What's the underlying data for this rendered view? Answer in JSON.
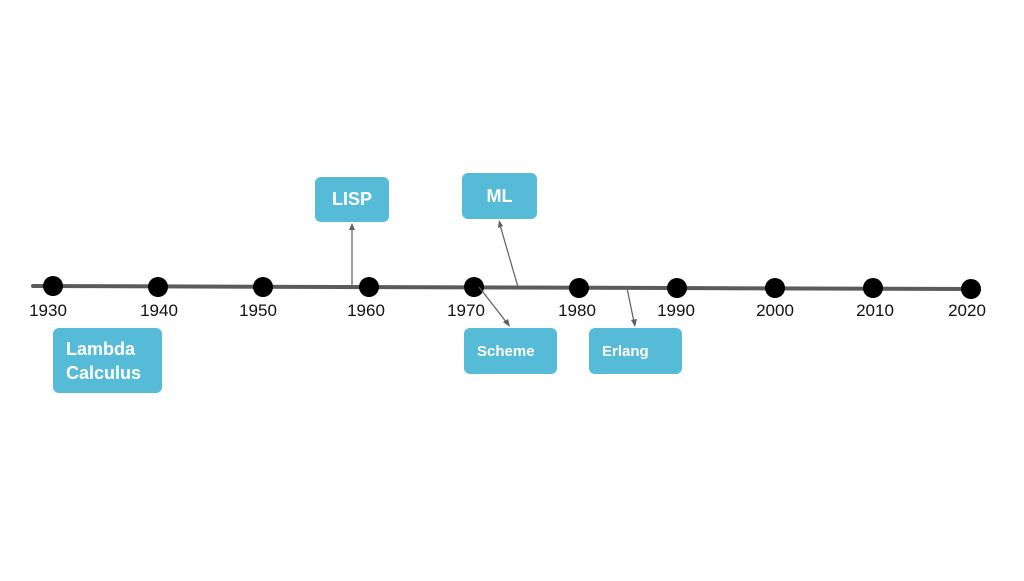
{
  "timeline": {
    "years": [
      "1930",
      "1940",
      "1950",
      "1960",
      "1970",
      "1980",
      "1990",
      "2000",
      "2010",
      "2020"
    ]
  },
  "events": {
    "lambda": {
      "label": "Lambda\nCalculus"
    },
    "lisp": {
      "label": "LISP"
    },
    "ml": {
      "label": "ML"
    },
    "scheme": {
      "label": "Scheme"
    },
    "erlang": {
      "label": "Erlang"
    }
  },
  "colors": {
    "box": "#55bbd6",
    "box_text": "#ffffff",
    "line": "#5b5b5b",
    "dot": "#000000",
    "connector": "#5e5e5e"
  }
}
